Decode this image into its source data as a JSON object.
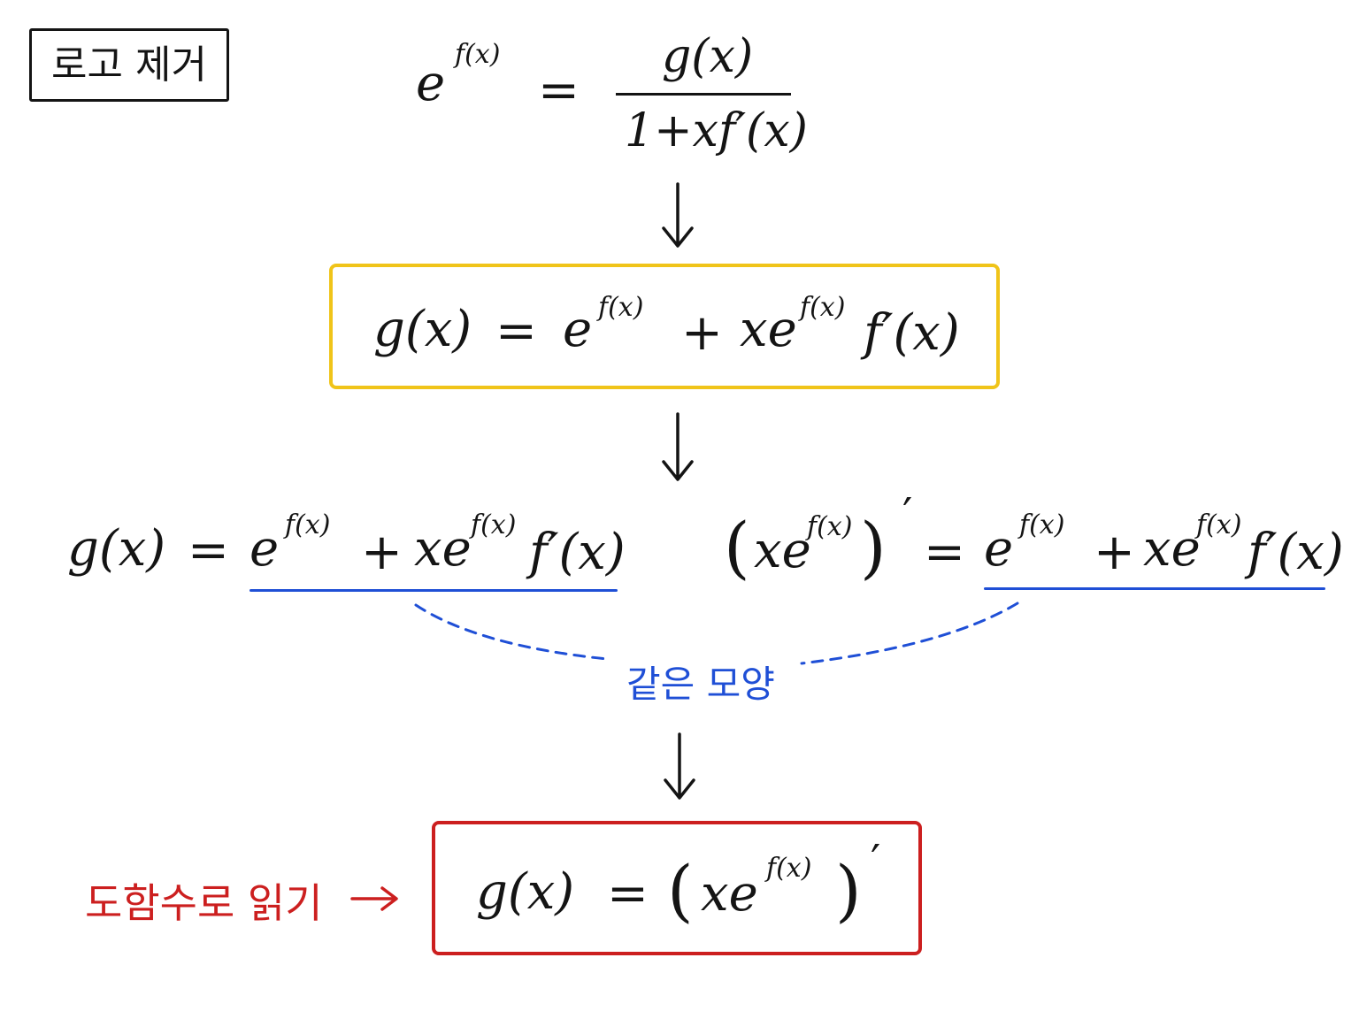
{
  "title": "로고 제거",
  "colors": {
    "ink": "#141414",
    "yellow": "#f0c419",
    "blue": "#1f4fd6",
    "red": "#cc1f1f"
  },
  "step1": {
    "lhs_base": "e",
    "lhs_exp": "f(x)",
    "eq": "=",
    "numerator": "g(x)",
    "denominator": "1+xf′(x)"
  },
  "step2": {
    "lhs": "g(x)",
    "eq": "=",
    "term1_base": "e",
    "term1_exp": "f(x)",
    "plus": "+",
    "term2_base": "xe",
    "term2_exp": "f(x)",
    "term2_tail": "f′(x)"
  },
  "step3": {
    "left": {
      "lhs": "g(x)",
      "eq": "=",
      "term1_base": "e",
      "term1_exp": "f(x)",
      "plus": "+",
      "term2_base": "xe",
      "term2_exp": "f(x)",
      "term2_tail": "f′(x)"
    },
    "right": {
      "open": "(",
      "inner_base": "xe",
      "inner_exp": "f(x)",
      "close": ")",
      "prime": "′",
      "eq": "=",
      "term1_base": "e",
      "term1_exp": "f(x)",
      "plus": "+",
      "term2_base": "xe",
      "term2_exp": "f(x)",
      "term2_tail": "f′(x)"
    },
    "same_shape_label": "같은 모양"
  },
  "step4": {
    "derivative_label": "도함수로 읽기",
    "label_arrow": "→",
    "lhs": "g(x)",
    "eq": "=",
    "open": "(",
    "inner_base": "xe",
    "inner_exp": "f(x)",
    "close": ")",
    "prime": "′"
  },
  "arrows": {
    "down_glyph": "↓"
  }
}
